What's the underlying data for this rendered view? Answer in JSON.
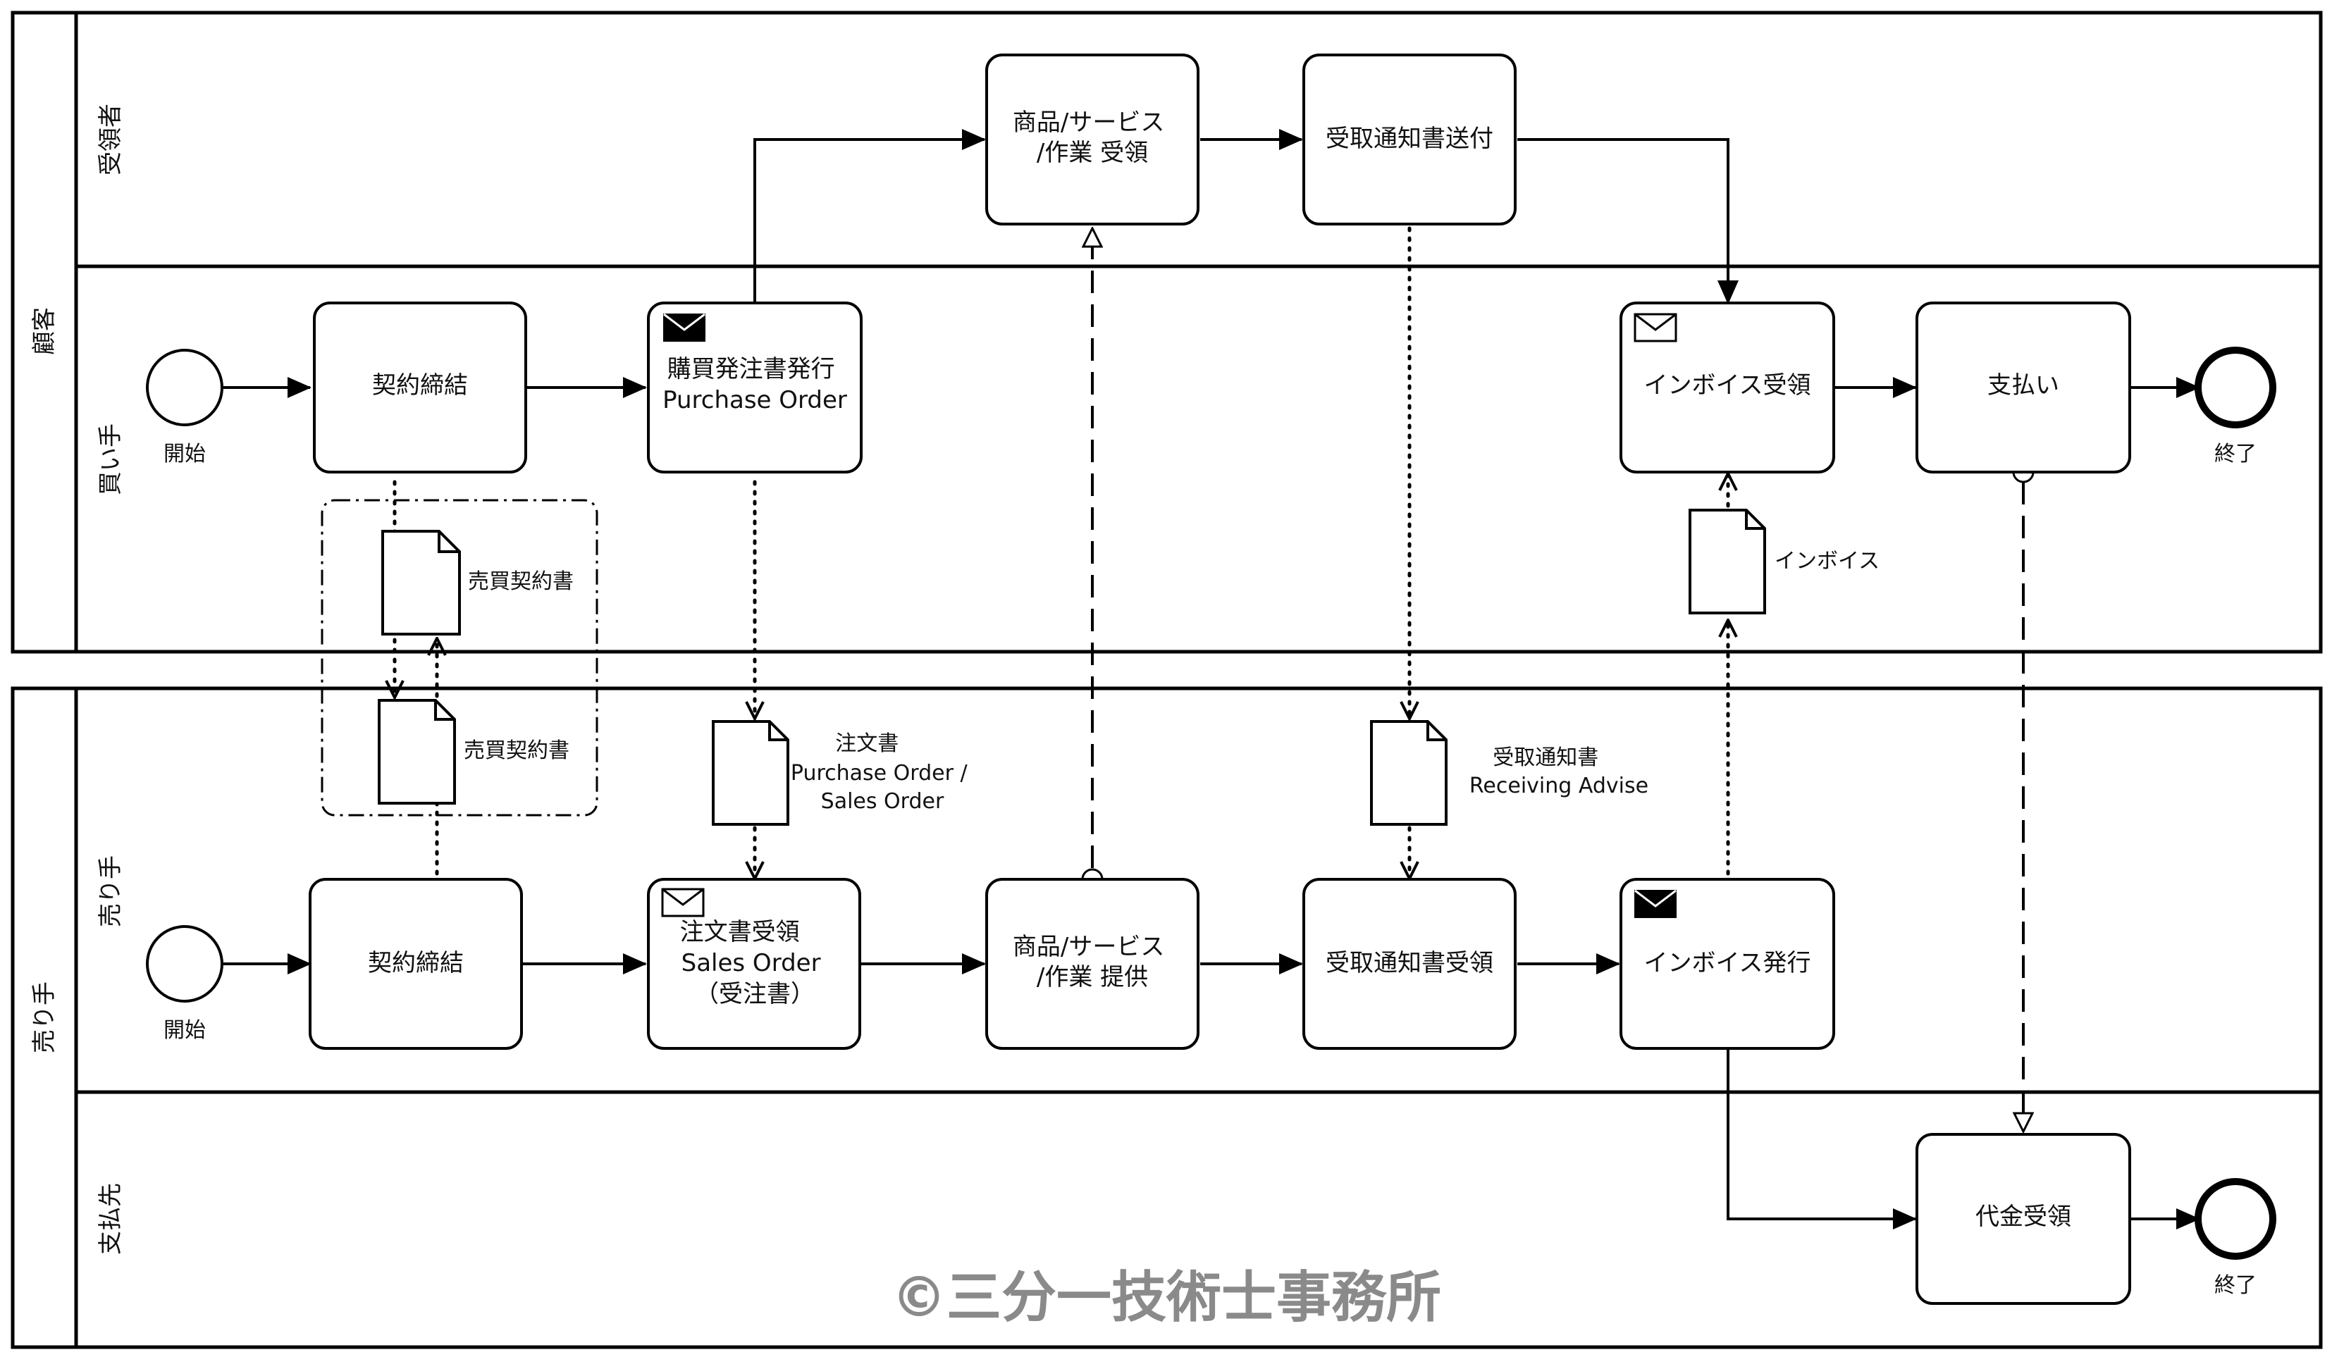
{
  "pools": {
    "customer": "顧客",
    "seller": "売り手"
  },
  "lanes": {
    "recipient": "受領者",
    "buyer": "買い手",
    "seller": "売り手",
    "payee": "支払先"
  },
  "tasks": {
    "receive_goods": [
      "商品/サービス",
      "/作業 受領"
    ],
    "send_receipt_notice": [
      "受取通知書送付"
    ],
    "buyer_contract": [
      "契約締結"
    ],
    "issue_po": [
      "購買発注書発行",
      "Purchase Order"
    ],
    "receive_invoice": [
      "インボイス受領"
    ],
    "payment": [
      "支払い"
    ],
    "seller_contract": [
      "契約締結"
    ],
    "receive_order": [
      "注文書受領",
      "Sales Order",
      "（受注書）"
    ],
    "provide_goods": [
      "商品/サービス",
      "/作業 提供"
    ],
    "receive_receipt_notice": [
      "受取通知書受領"
    ],
    "issue_invoice": [
      "インボイス発行"
    ],
    "receive_payment": [
      "代金受領"
    ]
  },
  "events": {
    "buyer_start": "開始",
    "buyer_end": "終了",
    "seller_start": "開始",
    "payee_end": "終了"
  },
  "documents": {
    "contract_buyer": [
      "売買契約書"
    ],
    "contract_seller": [
      "売買契約書"
    ],
    "purchase_order": [
      "注文書",
      "Purchase Order /",
      "Sales Order"
    ],
    "receiving_advise": [
      "受取通知書",
      "Receiving Advise"
    ],
    "invoice": [
      "インボイス"
    ]
  },
  "copyright": "©三分一技術士事務所",
  "icons": [
    "message-send-icon",
    "message-receive-icon",
    "document-icon",
    "start-event-icon",
    "end-event-icon"
  ]
}
